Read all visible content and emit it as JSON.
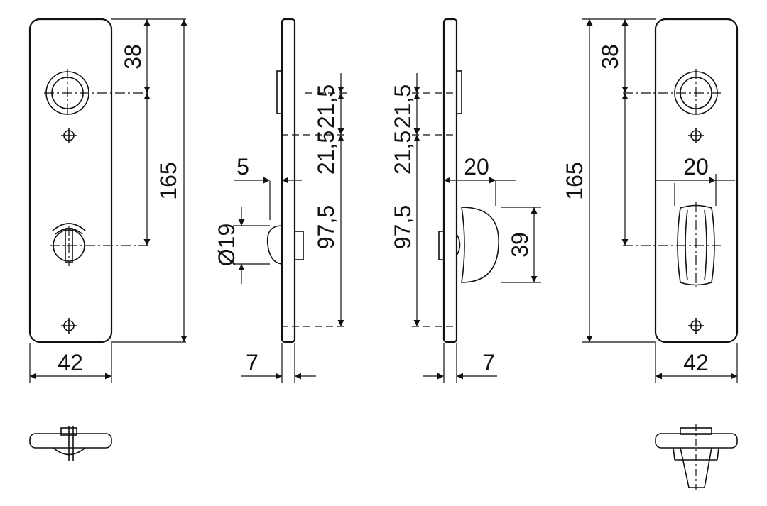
{
  "colors": {
    "line": "#111111",
    "background": "#ffffff"
  },
  "front_left": {
    "dim_width": "42",
    "dim_top": "38",
    "dim_center": "165"
  },
  "side_left": {
    "dim_offset": "5",
    "dim_top": "21,5",
    "dim_bottom": "21,5",
    "dim_center": "97,5",
    "dim_diameter": "Ø19",
    "dim_thickness": "7"
  },
  "side_right": {
    "dim_top": "21,5",
    "dim_bottom": "21,5",
    "dim_center": "97,5",
    "dim_projection": "20",
    "dim_height": "39",
    "dim_thickness": "7"
  },
  "front_right": {
    "dim_width": "42",
    "dim_top": "38",
    "dim_center": "165",
    "dim_knob": "20"
  }
}
